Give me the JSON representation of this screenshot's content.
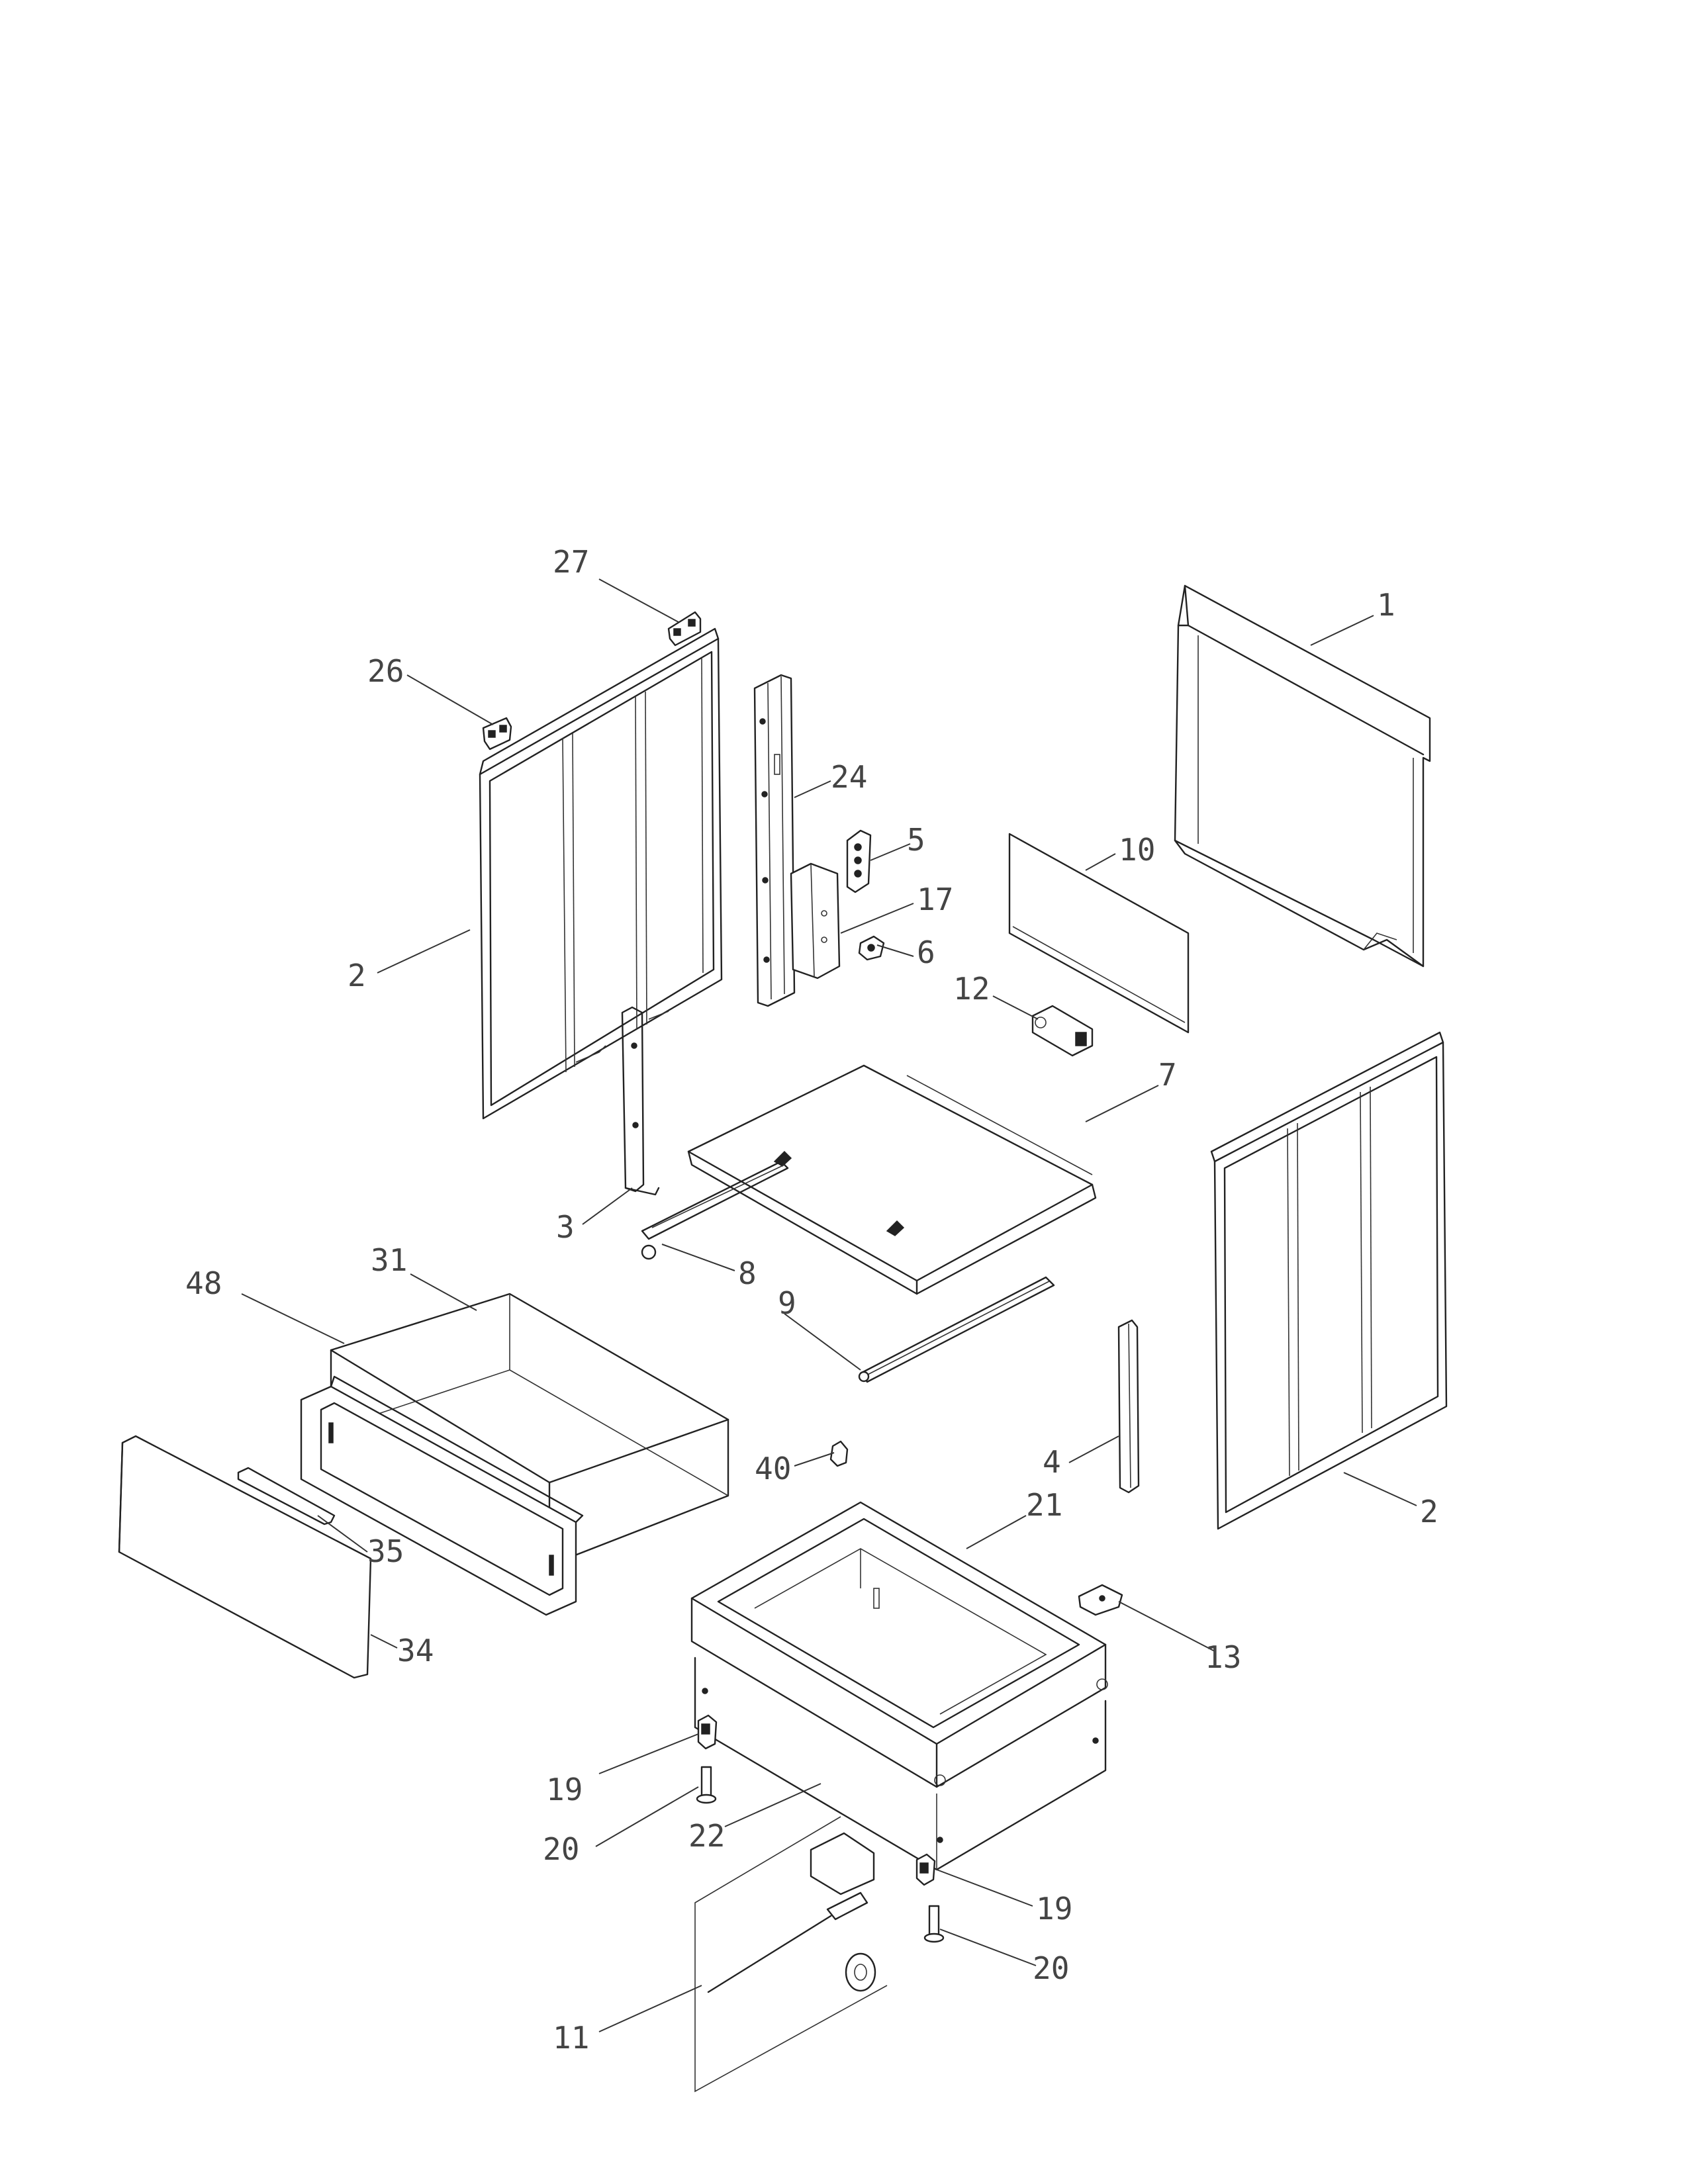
{
  "diagram": {
    "callouts": [
      {
        "id": "c27",
        "label": "27"
      },
      {
        "id": "c26",
        "label": "26"
      },
      {
        "id": "c1",
        "label": "1"
      },
      {
        "id": "c24",
        "label": "24"
      },
      {
        "id": "c5",
        "label": "5"
      },
      {
        "id": "c10",
        "label": "10"
      },
      {
        "id": "c17",
        "label": "17"
      },
      {
        "id": "c6",
        "label": "6"
      },
      {
        "id": "c2a",
        "label": "2"
      },
      {
        "id": "c12",
        "label": "12"
      },
      {
        "id": "c7",
        "label": "7"
      },
      {
        "id": "c3",
        "label": "3"
      },
      {
        "id": "c8",
        "label": "8"
      },
      {
        "id": "c31",
        "label": "31"
      },
      {
        "id": "c48",
        "label": "48"
      },
      {
        "id": "c9",
        "label": "9"
      },
      {
        "id": "c40",
        "label": "40"
      },
      {
        "id": "c4",
        "label": "4"
      },
      {
        "id": "c21",
        "label": "21"
      },
      {
        "id": "c2b",
        "label": "2"
      },
      {
        "id": "c35",
        "label": "35"
      },
      {
        "id": "c34",
        "label": "34"
      },
      {
        "id": "c13",
        "label": "13"
      },
      {
        "id": "c19a",
        "label": "19"
      },
      {
        "id": "c20a",
        "label": "20"
      },
      {
        "id": "c22",
        "label": "22"
      },
      {
        "id": "c19b",
        "label": "19"
      },
      {
        "id": "c20b",
        "label": "20"
      },
      {
        "id": "c11",
        "label": "11"
      }
    ]
  }
}
